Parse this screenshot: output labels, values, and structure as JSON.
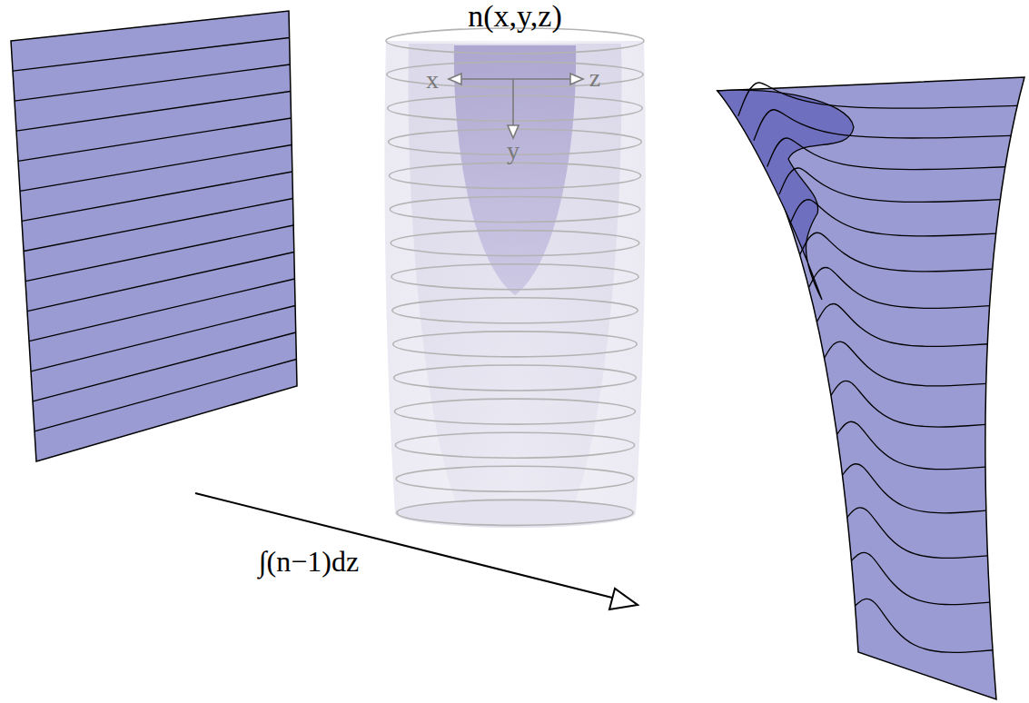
{
  "diagram": {
    "labels": [
      "n(x,y,z)",
      "x",
      "z",
      "y",
      "∫(n−1)dz"
    ]
  }
}
